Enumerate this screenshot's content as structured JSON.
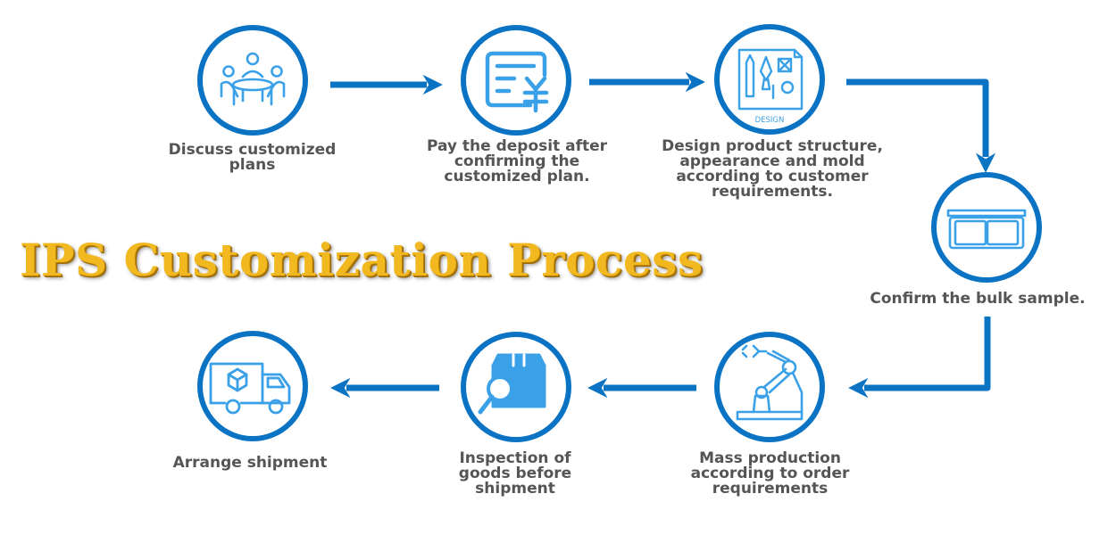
{
  "title": "IPS Customization Process",
  "colors": {
    "accent": "#0b73c4",
    "ring": "#0b73c4",
    "icon": "#3aa0e8",
    "title": "#f2b820",
    "text": "#555555"
  },
  "steps": [
    {
      "label": "Discuss customized plans",
      "icon": "meeting-icon"
    },
    {
      "label": "Pay the deposit after confirming the customized plan.",
      "icon": "invoice-yuan-icon"
    },
    {
      "label": "Design product structure, appearance and mold according to customer requirements.",
      "icon": "design-icon",
      "icon_text": "DESIGN"
    },
    {
      "label": "Confirm the bulk sample.",
      "icon": "sample-box-icon"
    },
    {
      "label": "Mass production according to order requirements",
      "icon": "robot-arm-icon"
    },
    {
      "label": "Inspection of goods before shipment",
      "icon": "inspection-icon"
    },
    {
      "label": "Arrange shipment",
      "icon": "delivery-truck-icon"
    }
  ]
}
